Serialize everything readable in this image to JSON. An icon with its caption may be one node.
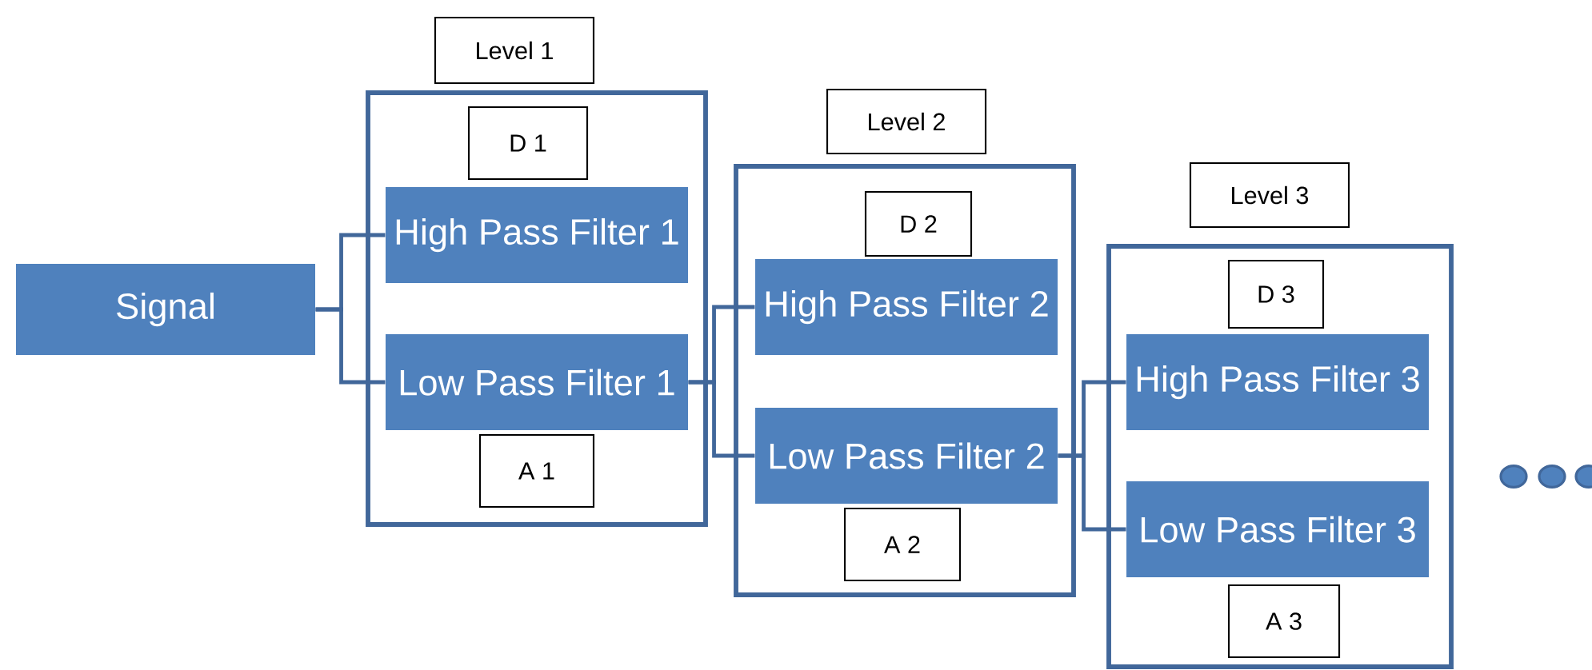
{
  "diagram": {
    "nodes": [
      {
        "text": [
          "Signal"
        ]
      },
      {
        "text": [
          "Level 1"
        ]
      },
      {
        "text": [],
        "shape": "box"
      },
      {
        "text": [
          "D 1"
        ],
        "in": 2
      },
      {
        "text": [
          "High Pass Filter 1"
        ],
        "in": 2
      },
      {
        "text": [
          "Low Pass Filter 1"
        ],
        "in": 2
      },
      {
        "text": [
          "A 1"
        ],
        "in": 2
      },
      {
        "text": [
          "Level 2"
        ]
      },
      {
        "text": [],
        "shape": "box"
      },
      {
        "text": [
          "D 2"
        ],
        "in": 8
      },
      {
        "text": [
          "High Pass Filter 2"
        ],
        "in": 8
      },
      {
        "text": [
          "Low Pass Filter 2"
        ],
        "in": 8
      },
      {
        "text": [
          "A 2"
        ],
        "in": 8
      },
      {
        "text": [
          "Level 3"
        ]
      },
      {
        "text": [],
        "shape": "box"
      },
      {
        "text": [
          "D 3"
        ],
        "in": 14
      },
      {
        "text": [
          "High Pass Filter 3"
        ],
        "in": 14
      },
      {
        "text": [
          "Low Pass Filter 3"
        ],
        "in": 14
      },
      {
        "text": [
          "A 3"
        ],
        "in": 14
      }
    ],
    "edges": [
      {
        "from": 0,
        "to": 4,
        "arrow": "none"
      },
      {
        "from": 0,
        "to": 5,
        "arrow": "none"
      },
      {
        "from": 5,
        "to": 10,
        "arrow": "none"
      },
      {
        "from": 5,
        "to": 11,
        "arrow": "none"
      },
      {
        "from": 11,
        "to": 16,
        "arrow": "none"
      },
      {
        "from": 11,
        "to": 17,
        "arrow": "none"
      }
    ]
  }
}
